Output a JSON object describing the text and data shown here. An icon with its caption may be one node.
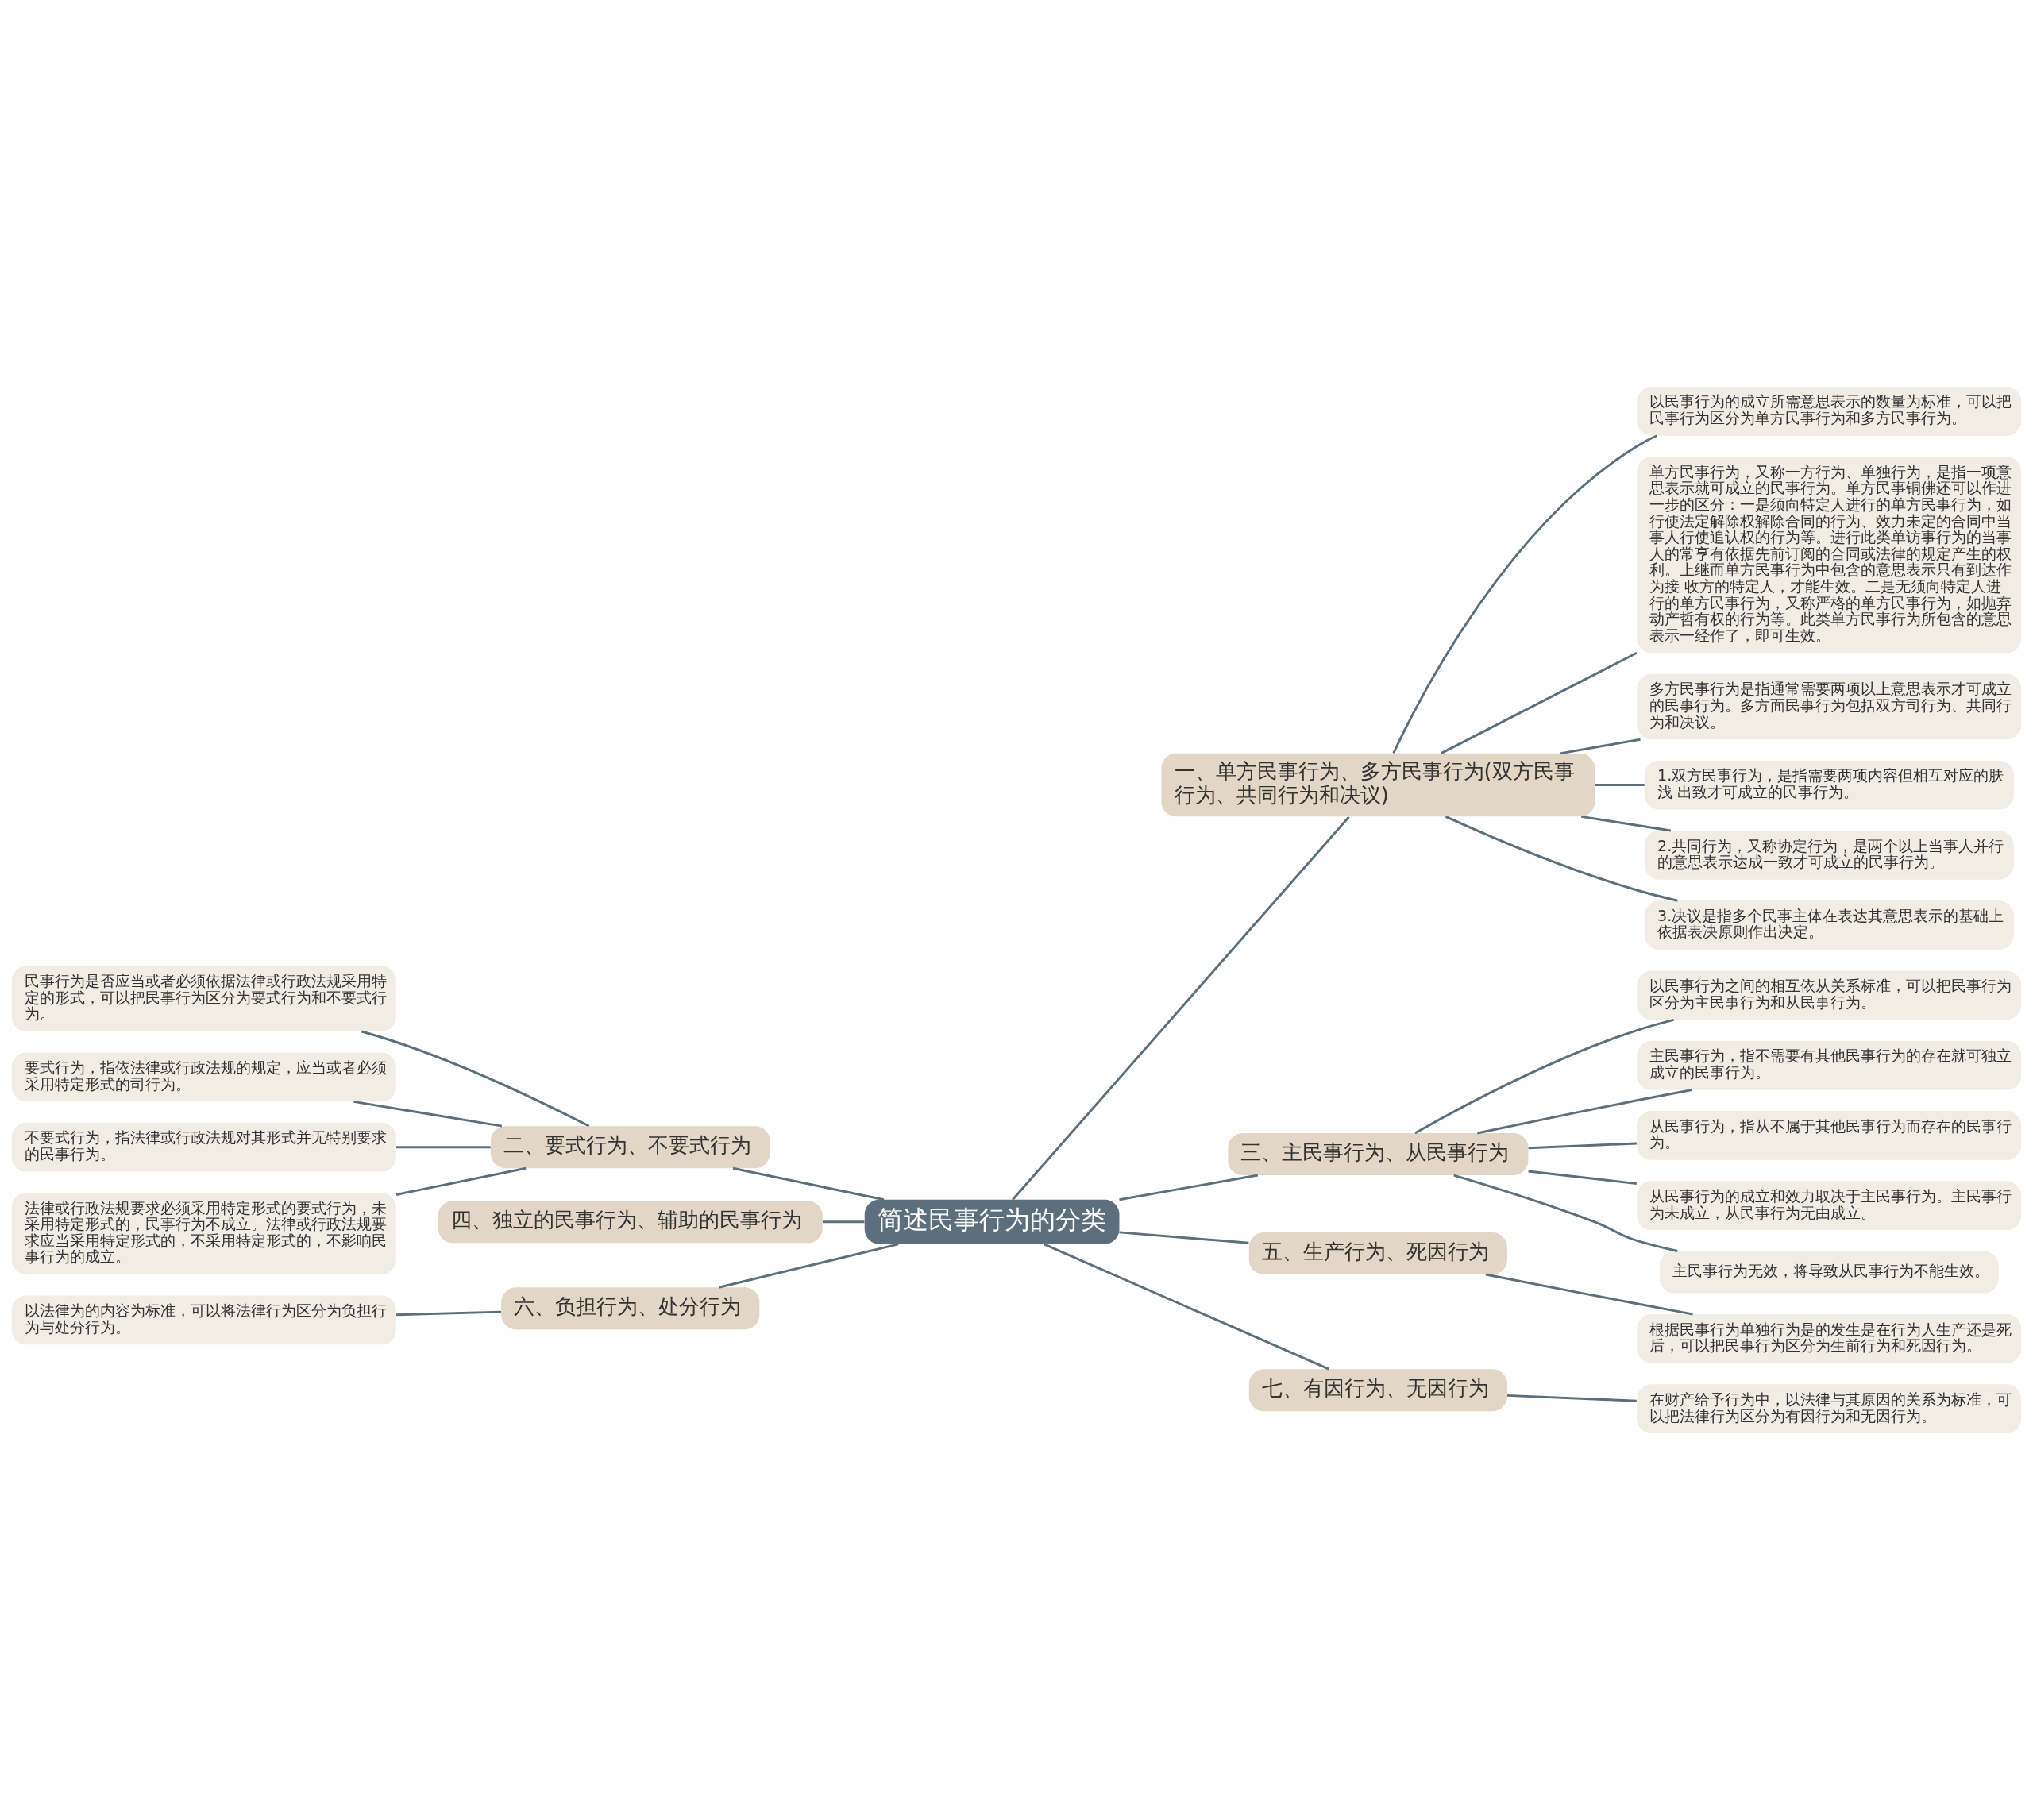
{
  "diagram": {
    "nodes": [
      {
        "text": [
          "简述民事行为的分类"
        ]
      },
      {
        "text": [
          "一、单方民事行为、多方民事行为(双方民事行为、共同行为和决议)"
        ]
      },
      {
        "text": [
          "以民事行为的成立所需意思表示的数量为标准，可以把民事行为区分为单方民事行为和多方民事行为。"
        ]
      },
      {
        "text": [
          "单方民事行为，又称一方行为、单独行为，是指一项意思表示就可成立的民事行为。单方民事铜佛还可以作进一步的区分：一是须向特定人进行的单方民事行为，如行使法定解除权解除合同的行为、效力未定的合同中当事人行使追认权的行为等。进行此类单访事行为的当事人的常享有依据先前订阅的合同或法律的规定产生的权利。上继而单方民事行为中包含的意思表示只有到达作为接 收方的特定人，才能生效。二是无须向特定人进行的单方民事行为，又称严格的单方民事行为，如抛弃动产哲有权的行为等。此类单方民事行为所包含的意思表示一经作了，即可生效。"
        ]
      },
      {
        "text": [
          "多方民事行为是指通常需要两项以上意思表示才可成立的民事行为。多方面民事行为包括双方司行为、共同行为和决议。"
        ]
      },
      {
        "text": [
          "1.双方民事行为，是指需要两项内容但相互对应的肤浅 出致才可成立的民事行为。"
        ]
      },
      {
        "text": [
          "2.共同行为，又称协定行为，是两个以上当事人并行的意思表示达成一致才可成立的民事行为。"
        ]
      },
      {
        "text": [
          "3.决议是指多个民事主体在表达其意思表示的基础上依据表决原则作出决定。"
        ]
      },
      {
        "text": [
          "二、要式行为、不要式行为"
        ]
      },
      {
        "text": [
          "民事行为是否应当或者必须依据法律或行政法规采用特定的形式，可以把民事行为区分为要式行为和不要式行为。"
        ]
      },
      {
        "text": [
          "要式行为，指依法律或行政法规的规定，应当或者必须采用特定形式的司行为。"
        ]
      },
      {
        "text": [
          "不要式行为，指法律或行政法规对其形式并无特别要求的民事行为。"
        ]
      },
      {
        "text": [
          "法律或行政法规要求必须采用特定形式的要式行为，未采用特定形式的，民事行为不成立。法律或行政法规要求应当采用特定形式的，不采用特定形式的，不影响民事行为的成立。"
        ]
      },
      {
        "text": [
          "三、主民事行为、从民事行为"
        ]
      },
      {
        "text": [
          "以民事行为之间的相互依从关系标准，可以把民事行为区分为主民事行为和从民事行为。"
        ]
      },
      {
        "text": [
          "主民事行为，指不需要有其他民事行为的存在就可独立成立的民事行为。"
        ]
      },
      {
        "text": [
          "从民事行为，指从不属于其他民事行为而存在的民事行为。"
        ]
      },
      {
        "text": [
          "从民事行为的成立和效力取决于主民事行为。主民事行为未成立，从民事行为无由成立。"
        ]
      },
      {
        "text": [
          "主民事行为无效，将导致从民事行为不能生效。"
        ]
      },
      {
        "text": [
          "四、独立的民事行为、辅助的民事行为"
        ]
      },
      {
        "text": [
          "五、生产行为、死因行为"
        ]
      },
      {
        "text": [
          "根据民事行为单独行为是的发生是在行为人生产还是死后，可以把民事行为区分为生前行为和死因行为。"
        ]
      },
      {
        "text": [
          "六、负担行为、处分行为"
        ]
      },
      {
        "text": [
          "以法律为的内容为标准，可以将法律行为区分为负担行为与处分行为。"
        ]
      },
      {
        "text": [
          "七、有因行为、无因行为"
        ]
      },
      {
        "text": [
          "在财产给予行为中，以法律与其原因的关系为标准，可以把法律行为区分为有因行为和无因行为。"
        ]
      }
    ],
    "edges": [
      {
        "from": 0,
        "to": 1,
        "arrow": "none"
      },
      {
        "from": 1,
        "to": 2,
        "arrow": "none"
      },
      {
        "from": 1,
        "to": 3,
        "arrow": "none"
      },
      {
        "from": 1,
        "to": 4,
        "arrow": "none"
      },
      {
        "from": 1,
        "to": 5,
        "arrow": "none"
      },
      {
        "from": 1,
        "to": 6,
        "arrow": "none"
      },
      {
        "from": 1,
        "to": 7,
        "arrow": "none"
      },
      {
        "from": 0,
        "to": 8,
        "arrow": "none"
      },
      {
        "from": 8,
        "to": 9,
        "arrow": "none"
      },
      {
        "from": 8,
        "to": 10,
        "arrow": "none"
      },
      {
        "from": 8,
        "to": 11,
        "arrow": "none"
      },
      {
        "from": 8,
        "to": 12,
        "arrow": "none"
      },
      {
        "from": 0,
        "to": 13,
        "arrow": "none"
      },
      {
        "from": 13,
        "to": 14,
        "arrow": "none"
      },
      {
        "from": 13,
        "to": 15,
        "arrow": "none"
      },
      {
        "from": 13,
        "to": 16,
        "arrow": "none"
      },
      {
        "from": 13,
        "to": 17,
        "arrow": "none"
      },
      {
        "from": 13,
        "to": 18,
        "arrow": "none"
      },
      {
        "from": 0,
        "to": 19,
        "arrow": "none"
      },
      {
        "from": 0,
        "to": 20,
        "arrow": "none"
      },
      {
        "from": 20,
        "to": 21,
        "arrow": "none"
      },
      {
        "from": 0,
        "to": 22,
        "arrow": "none"
      },
      {
        "from": 22,
        "to": 23,
        "arrow": "none"
      },
      {
        "from": 0,
        "to": 24,
        "arrow": "none"
      },
      {
        "from": 24,
        "to": 25,
        "arrow": "none"
      }
    ]
  }
}
